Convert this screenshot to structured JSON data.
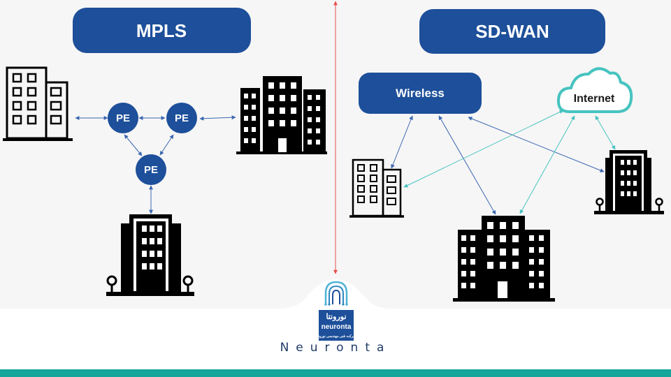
{
  "colors": {
    "pill": "#1d4f9a",
    "node": "#1d4f9a",
    "wireless_link": "#3a66b0",
    "internet_link": "#46c3c0",
    "divider": "#e74c4c",
    "footer_bar": "#17a69b"
  },
  "mpls": {
    "title": "MPLS",
    "pe_labels": [
      "PE",
      "PE",
      "PE"
    ]
  },
  "sdwan": {
    "title": "SD-WAN",
    "wireless_label": "Wireless",
    "internet_label": "Internet"
  },
  "footer": {
    "logo_text": "neuronta",
    "logo_script": "نورونتا",
    "logo_subtitle": "شرکت فنی مهندسی نورونتا",
    "brand_name": "Neuronta"
  }
}
